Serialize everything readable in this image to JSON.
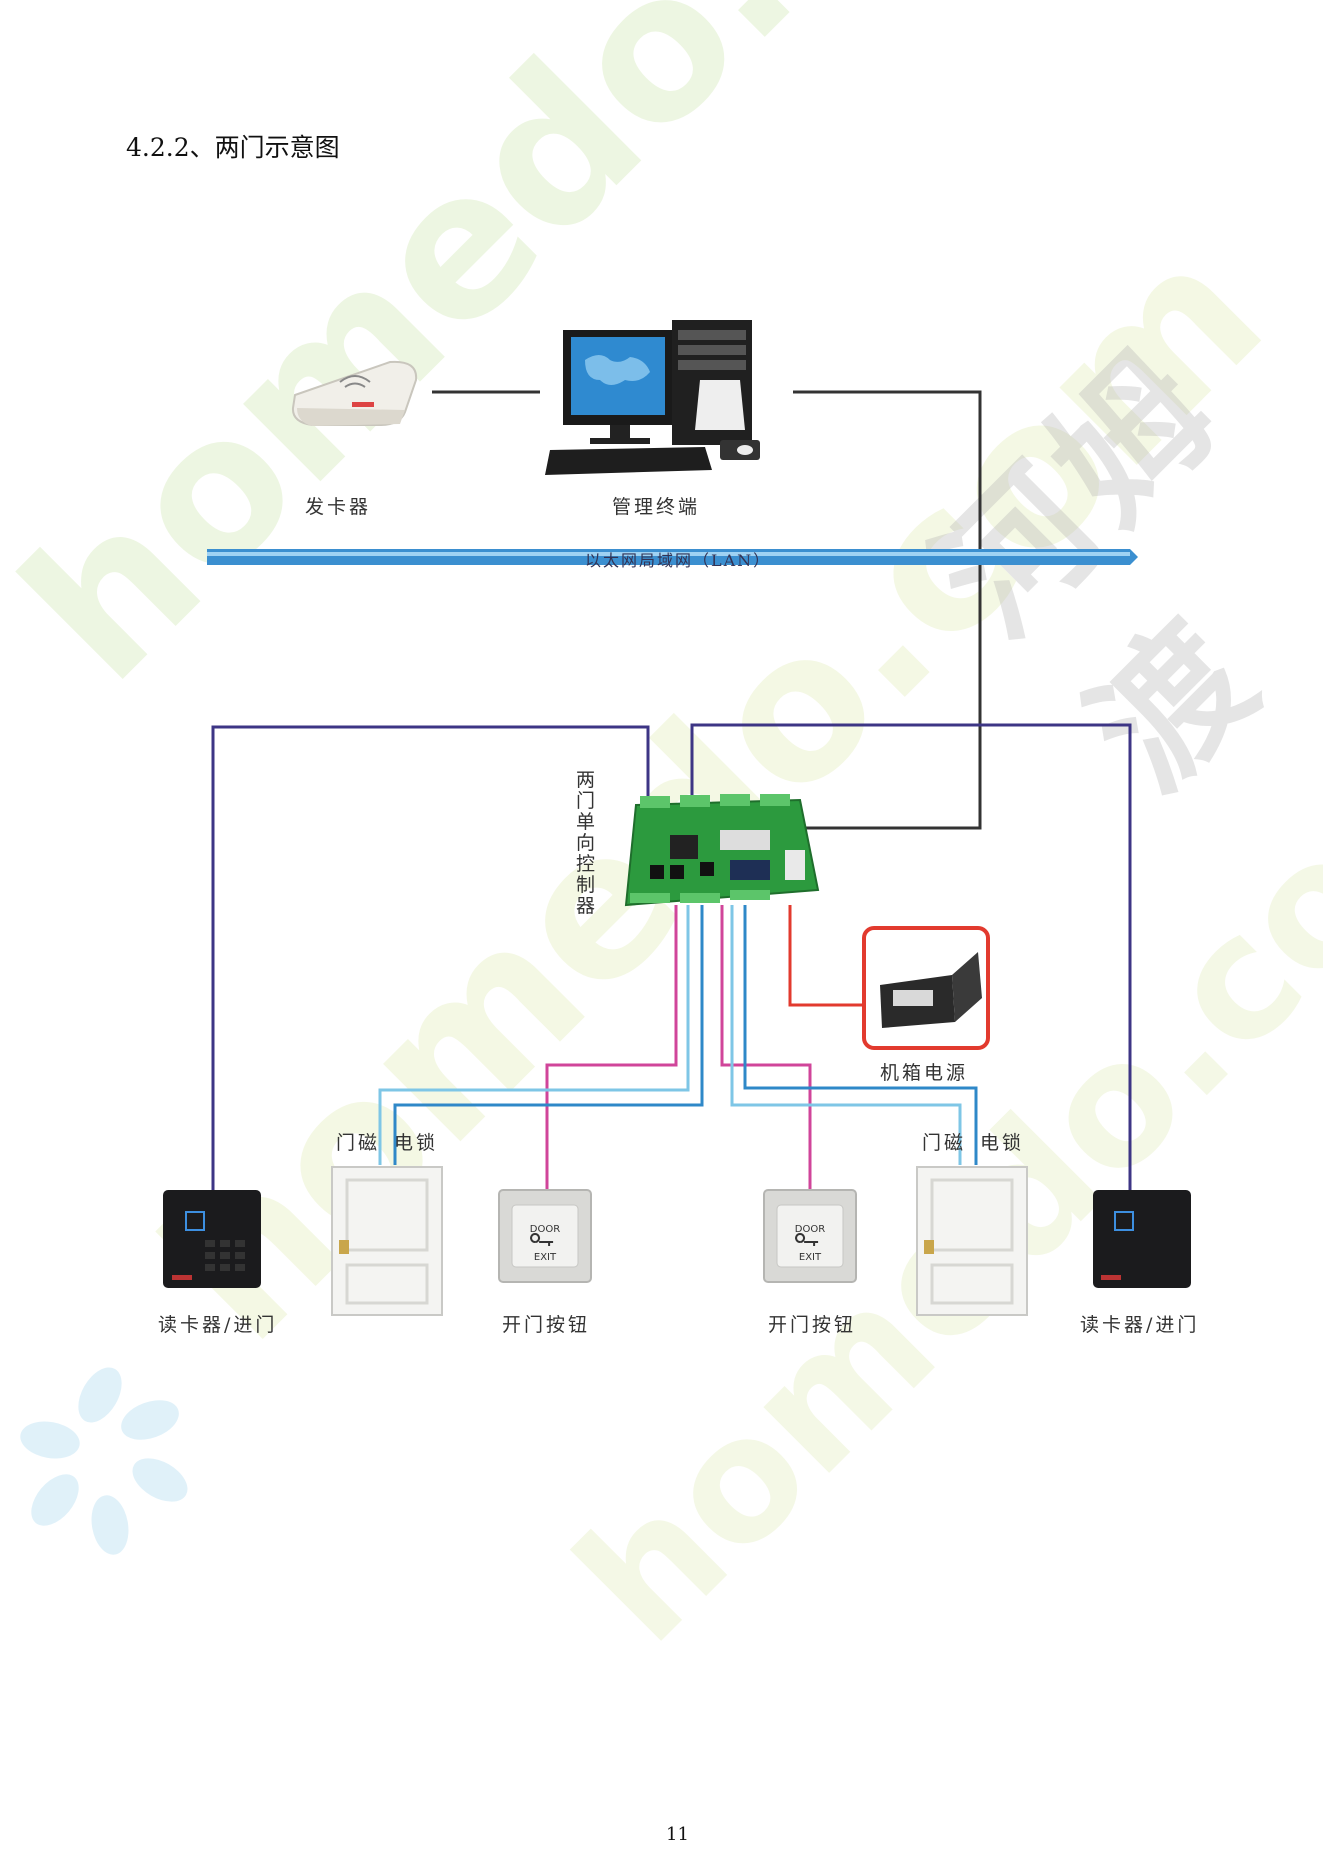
{
  "heading": "4.2.2、两门示意图",
  "lan_label": "以太网局域网（LAN）",
  "devices": {
    "card_issuer": "发卡器",
    "management_terminal": "管理终端",
    "controller": "两门单向控制器",
    "power_supply": "机箱电源",
    "door_sensor_left": "门磁",
    "electric_lock_left": "电锁",
    "door_sensor_right": "门磁",
    "electric_lock_right": "电锁",
    "reader_left": "读卡器/进门",
    "reader_right": "读卡器/进门",
    "exit_button_left": "开门按钮",
    "exit_button_right": "开门按钮"
  },
  "exit_button_text": {
    "top": "DOOR",
    "bottom": "EXIT"
  },
  "watermark": {
    "latin": "homedo.com",
    "cjk": "河姆渡"
  },
  "colors": {
    "lan": "#3b8fd0",
    "reader_wire": "#3d3585",
    "magenta_wire": "#d0459a",
    "sensor_wire": "#7ec6e6",
    "lock_wire": "#2f88c8",
    "power_wire": "#e23a2e",
    "board": "#2c9a3e"
  },
  "page_number": "11"
}
